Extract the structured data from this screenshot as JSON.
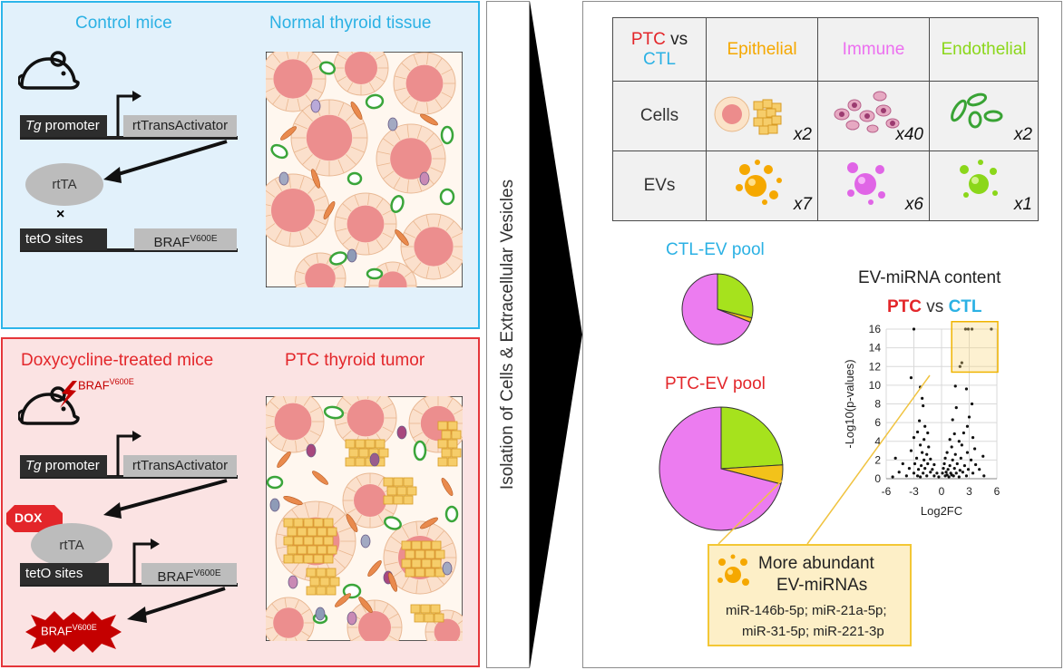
{
  "control_panel": {
    "title": "Control mice",
    "tissue_title": "Normal thyroid tissue",
    "promoter_label_italic": "Tg",
    "promoter_label": " promoter",
    "transactivator": "rtTransActivator",
    "rtta": "rtTA",
    "cross": "×",
    "teto": "tetO sites",
    "braf": "BRAF",
    "braf_sup": "V600E"
  },
  "dox_panel": {
    "title": "Doxycycline-treated mice",
    "tissue_title": "PTC thyroid tumor",
    "mouse_braf": "BRAF",
    "mouse_braf_sup": "V600E",
    "promoter_label_italic": "Tg",
    "promoter_label": " promoter",
    "transactivator": "rtTransActivator",
    "dox": "DOX",
    "rtta": "rtTA",
    "teto": "tetO sites",
    "braf": "BRAF",
    "braf_sup": "V600E",
    "braf_out": "BRAF",
    "braf_out_sup": "V600E"
  },
  "side_label": "Isolation of Cells & Extracellular Vesicles",
  "table": {
    "corner_ptc": "PTC",
    "corner_vs": " vs",
    "corner_ctl": "CTL",
    "columns": [
      {
        "label": "Epithelial",
        "color": "#f5a800"
      },
      {
        "label": "Immune",
        "color": "#ec6ff0"
      },
      {
        "label": "Endothelial",
        "color": "#8bd71a"
      }
    ],
    "rows": [
      {
        "label": "Cells",
        "values": [
          "x2",
          "x40",
          "x2"
        ]
      },
      {
        "label": "EVs",
        "values": [
          "x7",
          "x6",
          "x1"
        ]
      }
    ]
  },
  "pies": {
    "ctl_title": "CTL-EV pool",
    "ptc_title": "PTC-EV pool"
  },
  "volcano": {
    "title": "EV-miRNA content",
    "ptc": "PTC",
    "vs": " vs ",
    "ctl": "CTL",
    "ylabel": "-Log10(p-values)",
    "xlabel": "Log2FC",
    "xticks": [
      "-6",
      "-3",
      "0",
      "3",
      "6"
    ],
    "yticks": [
      "0",
      "2",
      "4",
      "6",
      "8",
      "10",
      "12",
      "14",
      "16"
    ]
  },
  "chart_data": [
    {
      "type": "pie",
      "categories": [
        "Immune",
        "Endothelial",
        "Epithelial"
      ],
      "values": [
        0.69,
        0.29,
        0.02
      ],
      "title": "CTL-EV pool",
      "colors": [
        "#ec7cf0",
        "#a6e21d",
        "#f3c21a"
      ]
    },
    {
      "type": "pie",
      "categories": [
        "Immune",
        "Endothelial",
        "Epithelial"
      ],
      "values": [
        0.71,
        0.24,
        0.05
      ],
      "title": "PTC-EV pool",
      "colors": [
        "#ec7cf0",
        "#a6e21d",
        "#f3c21a"
      ]
    },
    {
      "type": "scatter",
      "title": "EV-miRNA content",
      "xlabel": "Log2FC",
      "ylabel": "-Log10(p-values)",
      "xlim": [
        -6,
        6
      ],
      "ylim": [
        0,
        16
      ],
      "grid": true,
      "points": [
        [
          -3.0,
          16.0
        ],
        [
          2.6,
          16.0
        ],
        [
          2.9,
          16.0
        ],
        [
          3.3,
          16.0
        ],
        [
          5.4,
          16.0
        ],
        [
          2.2,
          12.4
        ],
        [
          2.0,
          12.0
        ],
        [
          -3.3,
          10.8
        ],
        [
          2.7,
          9.6
        ],
        [
          -2.3,
          9.8
        ],
        [
          1.5,
          9.9
        ],
        [
          -2.1,
          8.6
        ],
        [
          3.3,
          8.0
        ],
        [
          -2.0,
          7.8
        ],
        [
          1.6,
          7.6
        ],
        [
          -2.4,
          6.2
        ],
        [
          1.2,
          6.3
        ],
        [
          3.0,
          6.6
        ],
        [
          -1.8,
          5.6
        ],
        [
          2.8,
          5.6
        ],
        [
          -2.6,
          5.0
        ],
        [
          -1.5,
          4.9
        ],
        [
          1.4,
          4.8
        ],
        [
          2.4,
          4.9
        ],
        [
          -3.0,
          4.4
        ],
        [
          -1.9,
          4.2
        ],
        [
          0.9,
          4.2
        ],
        [
          1.9,
          4.0
        ],
        [
          3.4,
          4.4
        ],
        [
          -2.3,
          3.6
        ],
        [
          -1.4,
          3.4
        ],
        [
          1.1,
          3.4
        ],
        [
          2.2,
          3.6
        ],
        [
          3.6,
          3.2
        ],
        [
          -3.3,
          3.0
        ],
        [
          -2.1,
          2.8
        ],
        [
          -1.6,
          2.6
        ],
        [
          0.6,
          2.8
        ],
        [
          1.5,
          2.6
        ],
        [
          2.8,
          2.8
        ],
        [
          4.5,
          2.4
        ],
        [
          -5.0,
          2.2
        ],
        [
          -2.7,
          2.2
        ],
        [
          -1.9,
          2.0
        ],
        [
          -1.2,
          2.1
        ],
        [
          0.4,
          2.2
        ],
        [
          1.2,
          2.0
        ],
        [
          2.1,
          2.2
        ],
        [
          3.2,
          2.0
        ],
        [
          -4.2,
          1.6
        ],
        [
          -2.9,
          1.6
        ],
        [
          -2.2,
          1.4
        ],
        [
          -1.5,
          1.6
        ],
        [
          -0.8,
          1.5
        ],
        [
          0.3,
          1.6
        ],
        [
          0.9,
          1.4
        ],
        [
          1.7,
          1.6
        ],
        [
          2.5,
          1.4
        ],
        [
          3.7,
          1.5
        ],
        [
          -3.5,
          1.1
        ],
        [
          -2.5,
          1.0
        ],
        [
          -1.8,
          1.1
        ],
        [
          -1.0,
          1.0
        ],
        [
          0.2,
          1.1
        ],
        [
          0.7,
          1.0
        ],
        [
          1.4,
          1.1
        ],
        [
          2.0,
          0.9
        ],
        [
          2.9,
          1.0
        ],
        [
          4.1,
          1.0
        ],
        [
          -4.6,
          0.7
        ],
        [
          -3.0,
          0.6
        ],
        [
          -2.0,
          0.6
        ],
        [
          -1.2,
          0.7
        ],
        [
          -0.5,
          0.6
        ],
        [
          0.1,
          0.6
        ],
        [
          0.5,
          0.7
        ],
        [
          1.0,
          0.6
        ],
        [
          1.6,
          0.6
        ],
        [
          2.3,
          0.7
        ],
        [
          3.4,
          0.6
        ],
        [
          -3.8,
          0.3
        ],
        [
          -2.6,
          0.3
        ],
        [
          -1.6,
          0.3
        ],
        [
          -0.8,
          0.3
        ],
        [
          0.4,
          0.3
        ],
        [
          0.8,
          0.2
        ],
        [
          1.3,
          0.3
        ],
        [
          1.9,
          0.2
        ],
        [
          2.7,
          0.3
        ],
        [
          4.6,
          0.3
        ],
        [
          -5.3,
          0.2
        ],
        [
          -2.3,
          0.2
        ],
        [
          -0.3,
          0.2
        ],
        [
          0.6,
          0.4
        ],
        [
          1.1,
          0.4
        ]
      ]
    }
  ],
  "mirna_box": {
    "title": "More abundant",
    "subtitle": "EV-miRNAs",
    "line1": "miR-146b-5p; miR-21a-5p;",
    "line2": "miR-31-5p; miR-221-3p"
  }
}
